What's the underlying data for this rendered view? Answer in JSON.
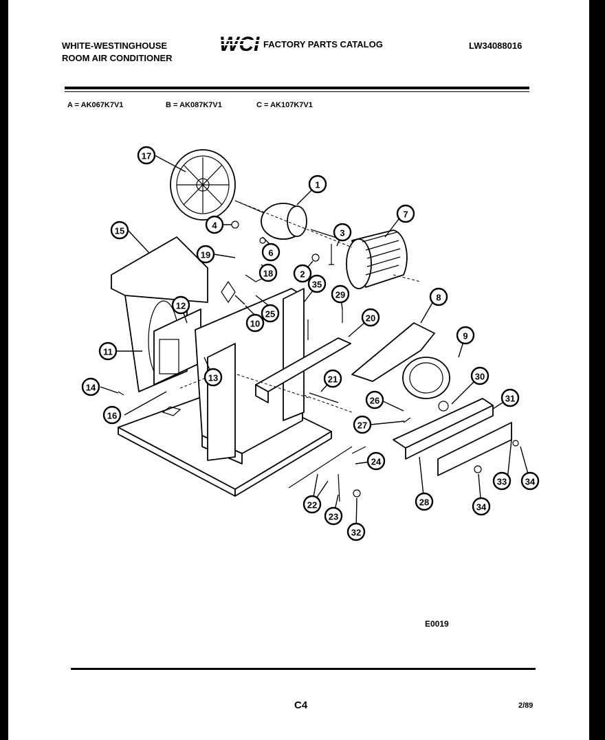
{
  "header": {
    "brand_line1": "WHITE-WESTINGHOUSE",
    "brand_line2": "ROOM AIR CONDITIONER",
    "logo_text": "WCI",
    "catalog_title": "FACTORY PARTS CATALOG",
    "catalog_number": "LW34088016"
  },
  "models": [
    {
      "label": "A = AK067K7V1"
    },
    {
      "label": "B = AK087K7V1"
    },
    {
      "label": "C = AK107K7V1"
    }
  ],
  "diagram": {
    "code": "E0019",
    "callouts": [
      "1",
      "2",
      "3",
      "4",
      "6",
      "7",
      "8",
      "9",
      "10",
      "11",
      "12",
      "13",
      "14",
      "15",
      "16",
      "17",
      "18",
      "19",
      "20",
      "21",
      "22",
      "23",
      "24",
      "25",
      "26",
      "27",
      "28",
      "29",
      "30",
      "31",
      "32",
      "33",
      "34",
      "35"
    ]
  },
  "footer": {
    "page": "C4",
    "date": "2/89"
  }
}
